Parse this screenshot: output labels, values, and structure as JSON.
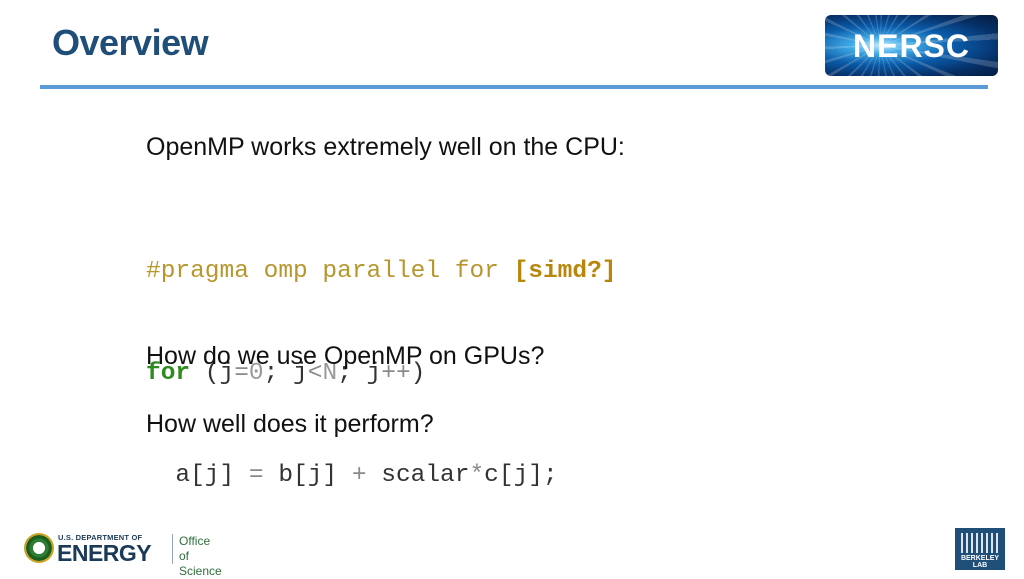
{
  "slide": {
    "title": "Overview",
    "intro": "OpenMP works extremely well on the CPU:",
    "code": {
      "pragma": "#pragma omp parallel for ",
      "simd": "[simd?]",
      "for_kw": "for",
      "loop_open": " (j",
      "eq": "=",
      "zero": "0",
      "semi1": "; j",
      "lt": "<",
      "n": "N",
      "semi2": "; j",
      "inc": "++",
      "close": ")",
      "body_a": "  a[j] ",
      "body_eq": "=",
      "body_b": " b[j] ",
      "body_plus": "+",
      "body_scalar": " scalar",
      "body_mul": "*",
      "body_c": "c[j];"
    },
    "question1": "How do we use OpenMP on GPUs?",
    "question2": "How well does it perform?"
  },
  "logos": {
    "nersc": "NERSC",
    "doe_dept": "U.S. DEPARTMENT OF",
    "doe_energy": "ENERGY",
    "doe_office_line1": "Office of",
    "doe_office_line2": "Science",
    "berkeley_lab": "BERKELEY LAB"
  },
  "colors": {
    "title": "#1f4e79",
    "rule": "#5b9bd5",
    "pragma": "#b8962e",
    "keyword": "#2e8b1f"
  }
}
